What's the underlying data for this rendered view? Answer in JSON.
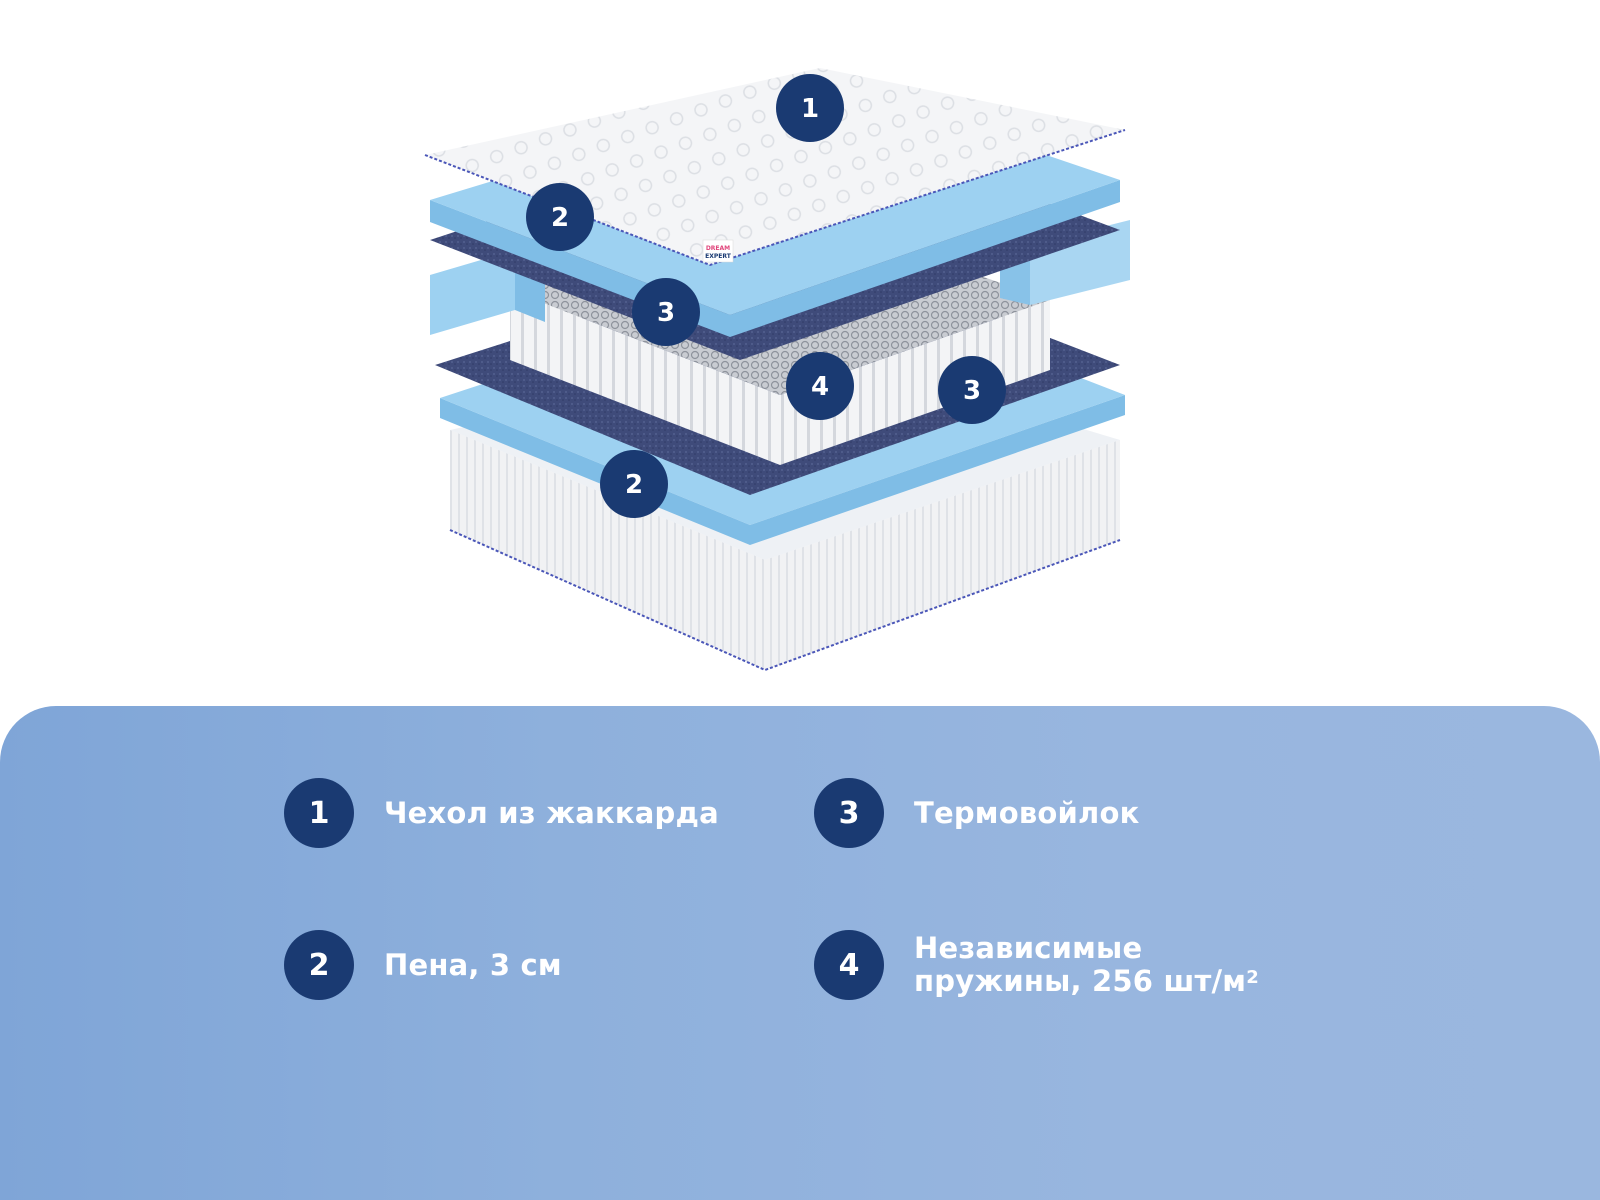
{
  "illustration": {
    "description": "Exploded view of a pocket-spring mattress showing its layers",
    "brand_label": "DREAM EXPERT",
    "markers": [
      {
        "number": "1",
        "layer": "cover"
      },
      {
        "number": "2",
        "layer": "foam-top"
      },
      {
        "number": "3",
        "layer": "felt-top"
      },
      {
        "number": "4",
        "layer": "springs"
      },
      {
        "number": "3",
        "layer": "felt-bottom"
      },
      {
        "number": "2",
        "layer": "foam-bottom"
      }
    ]
  },
  "legend": {
    "items": [
      {
        "number": "1",
        "label": "Чехол из жаккарда"
      },
      {
        "number": "2",
        "label": "Пена, 3 см"
      },
      {
        "number": "3",
        "label": "Термовойлок"
      },
      {
        "number": "4",
        "label_line1": "Независимые",
        "label_line2": "пружины, 256 шт/м",
        "superscript": "2"
      }
    ]
  },
  "colors": {
    "marker": "#1a3a72",
    "foam": "#8ec8ec",
    "felt": "#3e4a78",
    "cover": "#f2f3f5",
    "panel": "#8eb0dc"
  }
}
